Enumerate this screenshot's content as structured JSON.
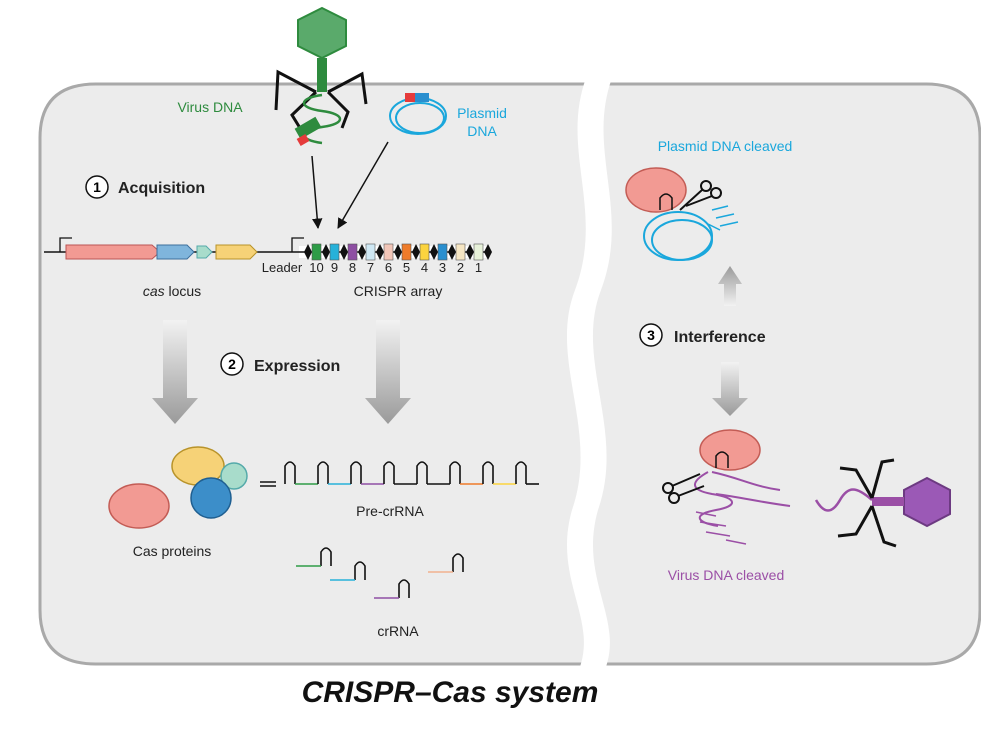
{
  "title": "CRISPR–Cas system",
  "labels": {
    "virus_dna": "Virus DNA",
    "plasmid_dna_line1": "Plasmid",
    "plasmid_dna_line2": "DNA",
    "plasmid_cleaved": "Plasmid DNA cleaved",
    "virus_cleaved": "Virus DNA cleaved",
    "leader": "Leader",
    "cas_locus_italic": "cas",
    "cas_locus_rest": " locus",
    "crispr_array": "CRISPR array",
    "pre_crrna": "Pre-crRNA",
    "crrna": "crRNA",
    "cas_proteins": "Cas proteins"
  },
  "steps": [
    {
      "number": "1",
      "label": "Acquisition"
    },
    {
      "number": "2",
      "label": "Expression"
    },
    {
      "number": "3",
      "label": "Interference"
    }
  ],
  "spacer_numbers": [
    "10",
    "9",
    "8",
    "7",
    "6",
    "5",
    "4",
    "3",
    "2",
    "1"
  ],
  "colors": {
    "virus": "#2e8b3e",
    "plasmid": "#1aa7dc",
    "virus_cleaved": "#9b4fa6",
    "cell_fill": "#ececec",
    "cell_stroke": "#a9a9a9",
    "cas_protein_red": "#f29a93",
    "cas_protein_yellow": "#f6d277",
    "cas_protein_blue": "#3c8ec9",
    "cas_protein_teal": "#a8dccb"
  },
  "spacer_colors": [
    "#2e9c47",
    "#27b1d9",
    "#8e4fa3",
    "#cfe8f4",
    "#f2c6b8",
    "#ee7b2a",
    "#fbd33e",
    "#2a8fcf",
    "#f6e6c3",
    "#e8f2da"
  ],
  "icons": [
    "phage-icon",
    "scissors-icon",
    "arrow-down-icon",
    "arrow-up-icon",
    "promoter-arrow-icon"
  ]
}
